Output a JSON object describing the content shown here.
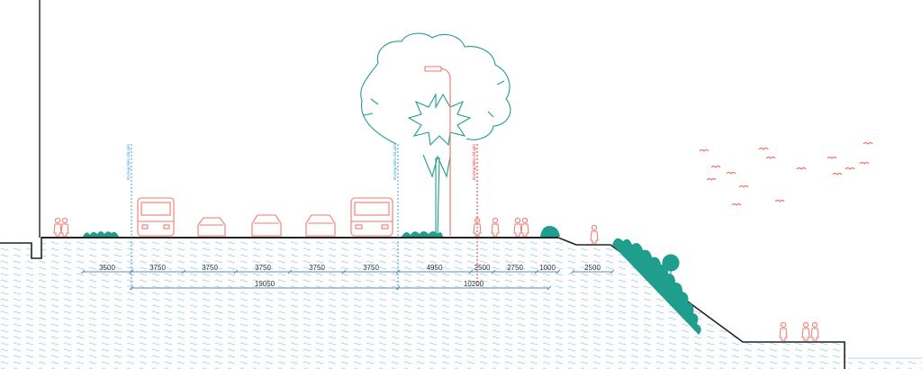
{
  "colors": {
    "outline": "#222222",
    "teal": "#1f9e8e",
    "coral": "#f2786e",
    "blue": "#3aa0d6",
    "red": "#e8322f",
    "hatch": "#7fb8d8",
    "text": "#333333"
  },
  "icons": {
    "tree": "deciduous-tree-icon",
    "palm": "tall-palm-tree-icon",
    "lamp": "street-lamp-icon",
    "bus": "bus-icon",
    "car": "car-icon",
    "person": "pedestrian-icon",
    "bird": "bird-icon",
    "shrub": "shrub-icon"
  },
  "labels": {
    "left_line": "Đường biên chỉ giới",
    "middle_line": "Đường biên chỉ giới",
    "red_line": "Đường biên chỉ giới"
  },
  "dimensions": {
    "row1": [
      "3500",
      "3750",
      "3750",
      "3750",
      "3750",
      "3750",
      "4950",
      "2500",
      "2750",
      "1000",
      "2500"
    ],
    "row2": [
      "19050",
      "10200"
    ]
  }
}
